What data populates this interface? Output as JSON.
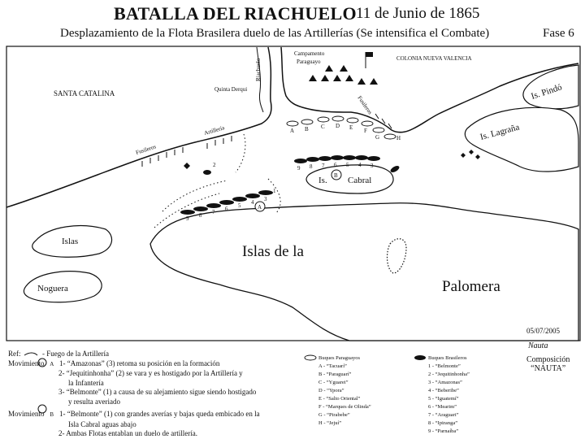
{
  "header": {
    "title": "BATALLA DEL RIACHUELO",
    "date": "11 de Junio de 1865",
    "subtitle": "Desplazamiento de la Flota Brasilera duelo de las Artillerías (Se intensifica el Combate)",
    "phase": "Fase 6"
  },
  "places": {
    "santa_catalina": "SANTA CATALINA",
    "quinta_derqui": "Quinta Derqui",
    "riachuelo": "Riachuelo",
    "campamento_1": "Campamento",
    "campamento_2": "Paraguayo",
    "colonia": "COLONIA NUEVA VALENCIA",
    "fusileros_left": "Fusileros",
    "artilleria": "Artillería",
    "fusileros_right": "Fusileros",
    "is_pindo": "Is. Pindó",
    "is_lagrana": "Is. Lagraña",
    "is_cabral_a": "Is.",
    "is_cabral_b": "Cabral",
    "marker_a": "A",
    "marker_b": "B",
    "islas": "Islas",
    "noguera": "Noguera",
    "islas_de_la": "Islas de la",
    "palomera": "Palomera"
  },
  "fleet": {
    "brazil_row_numbers": [
      "9",
      "8",
      "7",
      "6",
      "5",
      "4",
      "3"
    ],
    "brazil_top_numbers": [
      "9",
      "8",
      "7",
      "6",
      "5",
      "4",
      "3"
    ],
    "ship_num_1": "1",
    "ship_num_2": "2",
    "paraguay_letters": [
      "A",
      "B",
      "C",
      "D",
      "E",
      "F",
      "G",
      "H"
    ]
  },
  "reference": {
    "ref_label": "Ref:",
    "ref_fire": "- Fuego de la Artillería",
    "mov_a_label": "Movimiento",
    "mov_a_marker": "A",
    "mov_a_lines": [
      "1- “Amazonas” (3) retoma su posición en la formación",
      "2- “Jequitinhonha” (2) se vara y es hostigado por la Artillería y",
      "la Infantería",
      "3- “Belmonte” (1) a causa de su alejamiento sigue siendo hostigado",
      "y resulta averiado"
    ],
    "mov_b_label": "Movimiento",
    "mov_b_marker": "B",
    "mov_b_lines": [
      "1- “Belmonte” (1) con grandes averías y bajas queda embicado en la",
      "Isla Cabral aguas abajo",
      "2- Ambas Flotas entablan un duelo de artillería."
    ]
  },
  "legend_paraguay": {
    "title": "Buques Paraguayos",
    "items": [
      "A - “Tacuarí”",
      "B - “Paraguarí”",
      "C - “Yguarei”",
      "D - “Ypora”",
      "E - “Salto Oriental”",
      "F - “Marques de Olinda”",
      "G - “Pirabebe”",
      "H - “Jejuí”"
    ]
  },
  "legend_brazil": {
    "title": "Buques Brasileros",
    "items": [
      "1 - “Belmonte”",
      "2 - “Jequitinhonha”",
      "3 - “Amazonas”",
      "4 - “Beberibe”",
      "5 - “Iguatemí”",
      "6 - “Mearim”",
      "7 - “Araguari”",
      "8 - “Ipiranga”",
      "9 - “Parnaíba”"
    ]
  },
  "credits": {
    "date": "05/07/2005",
    "signature": "Nauta",
    "line1": "Composición",
    "line2": "“NAUTA”"
  }
}
